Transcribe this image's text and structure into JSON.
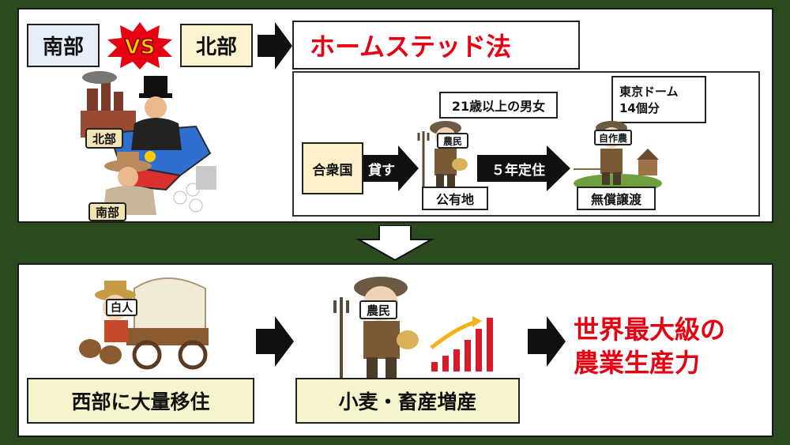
{
  "top": {
    "south_label": "南部",
    "vs_label": "VS",
    "north_label": "北部",
    "homestead_title": "ホームステッド法",
    "illustration": {
      "north_tag": "北部",
      "south_tag": "南部"
    },
    "flow": {
      "usa_label": "合衆国",
      "lend_label": "貸す",
      "eligibility_label": "21歳以上の男女",
      "farmer_tag": "農民",
      "public_land_label": "公有地",
      "residence_label": "５年定住",
      "area_label_line1": "東京ドーム",
      "area_label_line2": "14個分",
      "owner_farmer_tag": "自作農",
      "free_transfer_label": "無償譲渡"
    }
  },
  "bottom": {
    "settler_tag": "白人",
    "westward_label": "西部に大量移住",
    "farmer_tag": "農民",
    "production_label": "小麦・畜産増産",
    "result_line1": "世界最大級の",
    "result_line2": "農業生産力"
  },
  "colors": {
    "background": "#2b4a1e",
    "south_box": "#e8eef8",
    "north_box": "#fbf3cf",
    "usa_box": "#fbf0c8",
    "accent_red": "#e60012"
  }
}
